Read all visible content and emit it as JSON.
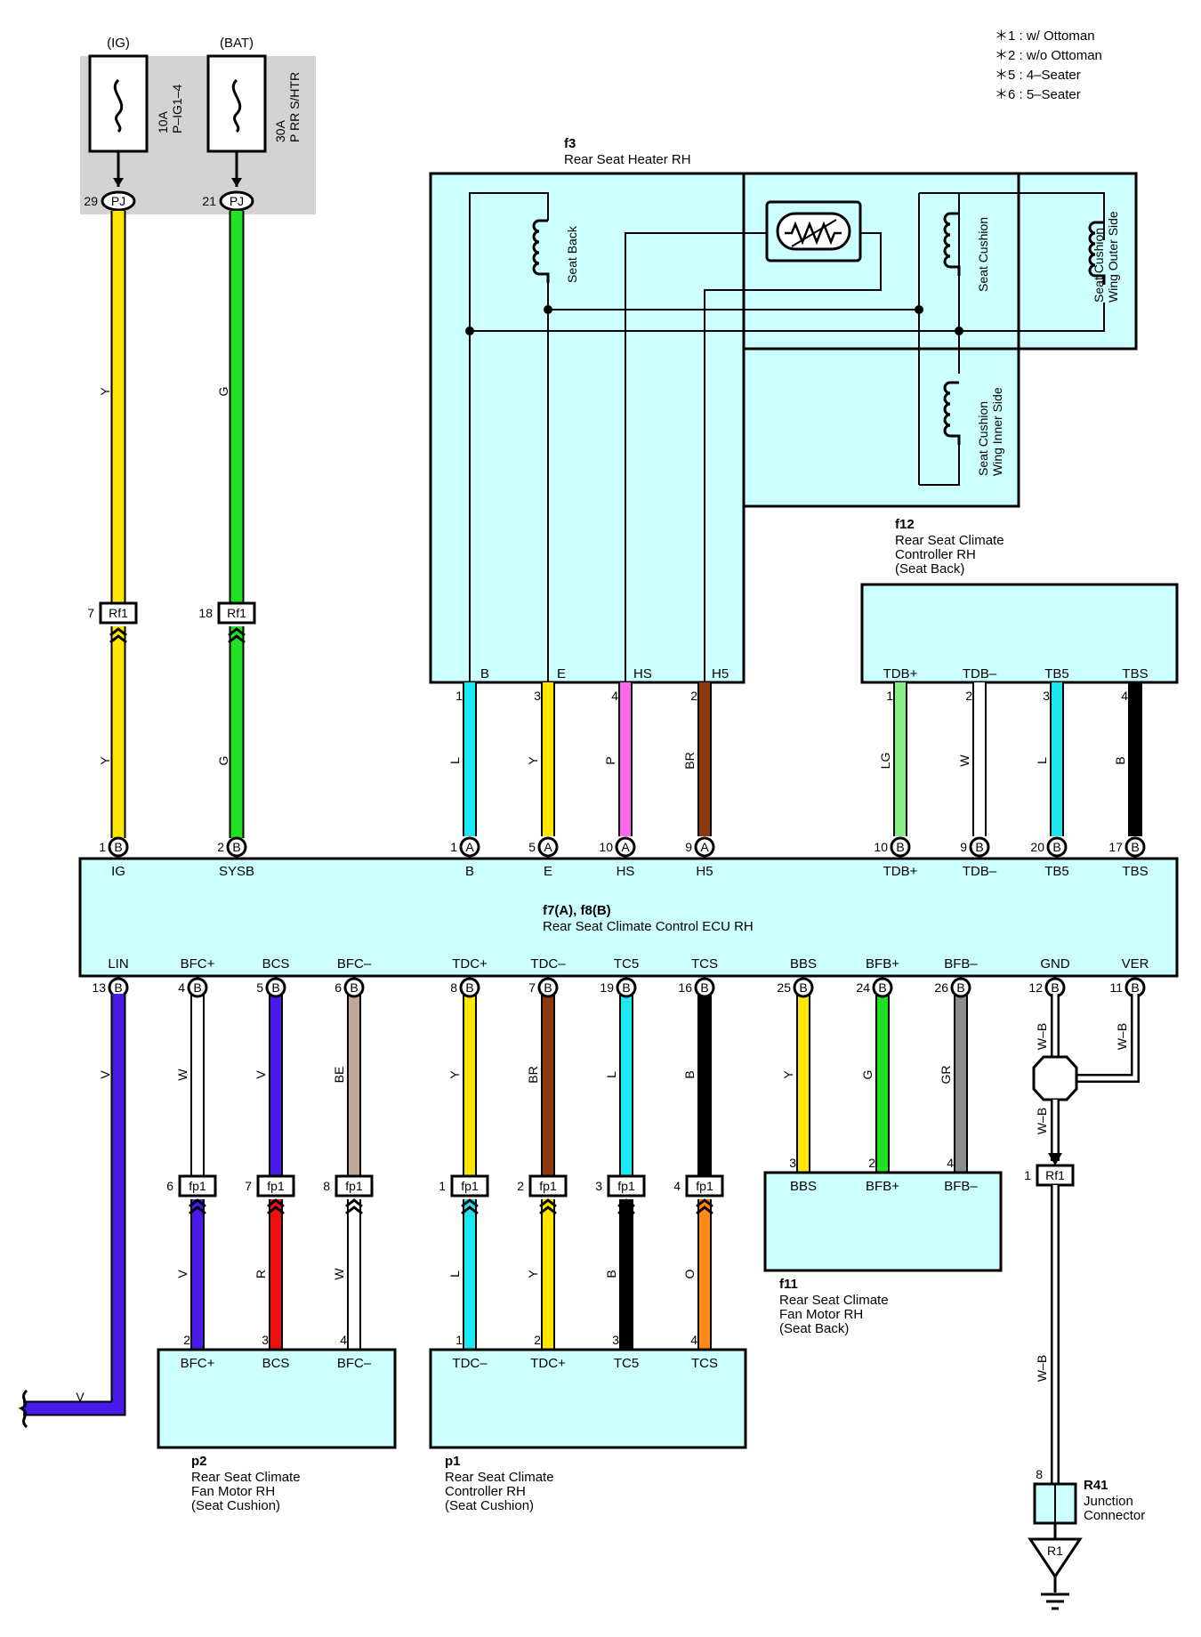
{
  "notes": [
    "＊1 : w/ Ottoman",
    "＊2 : w/o Ottoman",
    "＊5 : 4–Seater",
    "＊6 : 5–Seater"
  ],
  "fuses": [
    {
      "source": "(IG)",
      "rating": "10A",
      "name": "P–IG1–4",
      "pin": "29",
      "conn": "PJ"
    },
    {
      "source": "(BAT)",
      "rating": "30A",
      "name": "P RR S/HTR",
      "pin": "21",
      "conn": "PJ"
    }
  ],
  "components": {
    "f3": {
      "code": "f3",
      "name": "Rear Seat Heater RH",
      "pins": [
        "B",
        "E",
        "HS",
        "H5"
      ],
      "elements": [
        "Seat Back",
        "Seat Cushion",
        "Seat Cushion Wing Outer Side",
        "Seat Cushion Wing Inner Side"
      ]
    },
    "f12": {
      "code": "f12",
      "name_lines": [
        "Rear Seat Climate",
        "Controller RH",
        "(Seat Back)"
      ],
      "pins": [
        "TDB+",
        "TDB–",
        "TB5",
        "TBS"
      ]
    },
    "ecu": {
      "code": "f7(A), f8(B)",
      "name": "Rear Seat Climate Control ECU RH",
      "top_pins": [
        "IG",
        "SYSB",
        "B",
        "E",
        "HS",
        "H5",
        "TDB+",
        "TDB–",
        "TB5",
        "TBS"
      ],
      "bottom_pins": [
        "LIN",
        "BFC+",
        "BCS",
        "BFC–",
        "TDC+",
        "TDC–",
        "TC5",
        "TCS",
        "BBS",
        "BFB+",
        "BFB–",
        "GND",
        "VER"
      ]
    },
    "f11": {
      "code": "f11",
      "name_lines": [
        "Rear Seat Climate",
        "Fan Motor RH",
        "(Seat Back)"
      ],
      "pins": [
        "BBS",
        "BFB+",
        "BFB–"
      ]
    },
    "p2": {
      "code": "p2",
      "name_lines": [
        "Rear Seat Climate",
        "Fan Motor RH",
        "(Seat Cushion)"
      ],
      "pins": [
        "BFC+",
        "BCS",
        "BFC–"
      ]
    },
    "p1": {
      "code": "p1",
      "name_lines": [
        "Rear Seat Climate",
        "Controller RH",
        "(Seat Cushion)"
      ],
      "pins": [
        "TDC–",
        "TDC+",
        "TC5",
        "TCS"
      ]
    },
    "r41": {
      "code": "R41",
      "name_lines": [
        "Junction",
        "Connector"
      ],
      "pin": "8"
    },
    "ground": {
      "label": "R1"
    }
  },
  "wires": {
    "ig_upper": "Y",
    "ig_lower": "Y",
    "sysb_upper": "G",
    "sysb_lower": "G",
    "rf1_ig_pin": "7",
    "rf1_sysb_pin": "18",
    "rf1_label": "Rf1",
    "f3_pins": [
      "1",
      "3",
      "4",
      "2"
    ],
    "f3_colors": [
      "L",
      "Y",
      "P",
      "BR"
    ],
    "f12_pins": [
      "1",
      "2",
      "3",
      "4"
    ],
    "f12_colors": [
      "LG",
      "W",
      "L",
      "B"
    ],
    "ecu_top_pins": [
      "1",
      "2",
      "1",
      "5",
      "10",
      "9",
      "10",
      "9",
      "20",
      "17"
    ],
    "ecu_top_conn": [
      "B",
      "B",
      "A",
      "A",
      "A",
      "A",
      "B",
      "B",
      "B",
      "B"
    ],
    "ecu_bottom_pins": [
      "13",
      "4",
      "5",
      "6",
      "8",
      "7",
      "19",
      "16",
      "25",
      "24",
      "26",
      "12",
      "11"
    ],
    "ecu_bottom_colors": [
      "V",
      "W",
      "V",
      "BE",
      "Y",
      "BR",
      "L",
      "B",
      "Y",
      "G",
      "GR",
      "W–B",
      "W–B"
    ],
    "fp1_label": "fp1",
    "fp1_pins": [
      "6",
      "7",
      "8",
      "1",
      "2",
      "3",
      "4"
    ],
    "lower_colors": [
      "V",
      "R",
      "W",
      "L",
      "Y",
      "B",
      "O"
    ],
    "p2_pins": [
      "2",
      "3",
      "4"
    ],
    "p1_pins": [
      "1",
      "2",
      "3",
      "4"
    ],
    "f11_pins": [
      "3",
      "2",
      "4"
    ],
    "lin_out": "V",
    "gnd_mid": "W–B",
    "gnd_rf1_pin": "1",
    "gnd_lower": "W–B"
  },
  "colors": {
    "Y": "#ffe600",
    "G": "#22e022",
    "L": "#22e5f2",
    "P": "#ff66ee",
    "BR": "#8b3a12",
    "LG": "#88ee88",
    "W": "#ffffff",
    "B": "#000000",
    "V": "#4a1ae8",
    "BE": "#c0a898",
    "R": "#ee1111",
    "O": "#ff8a1a",
    "GR": "#8c8c8c",
    "box": "#ccffff",
    "fuse_bg": "#d3d3d3"
  }
}
